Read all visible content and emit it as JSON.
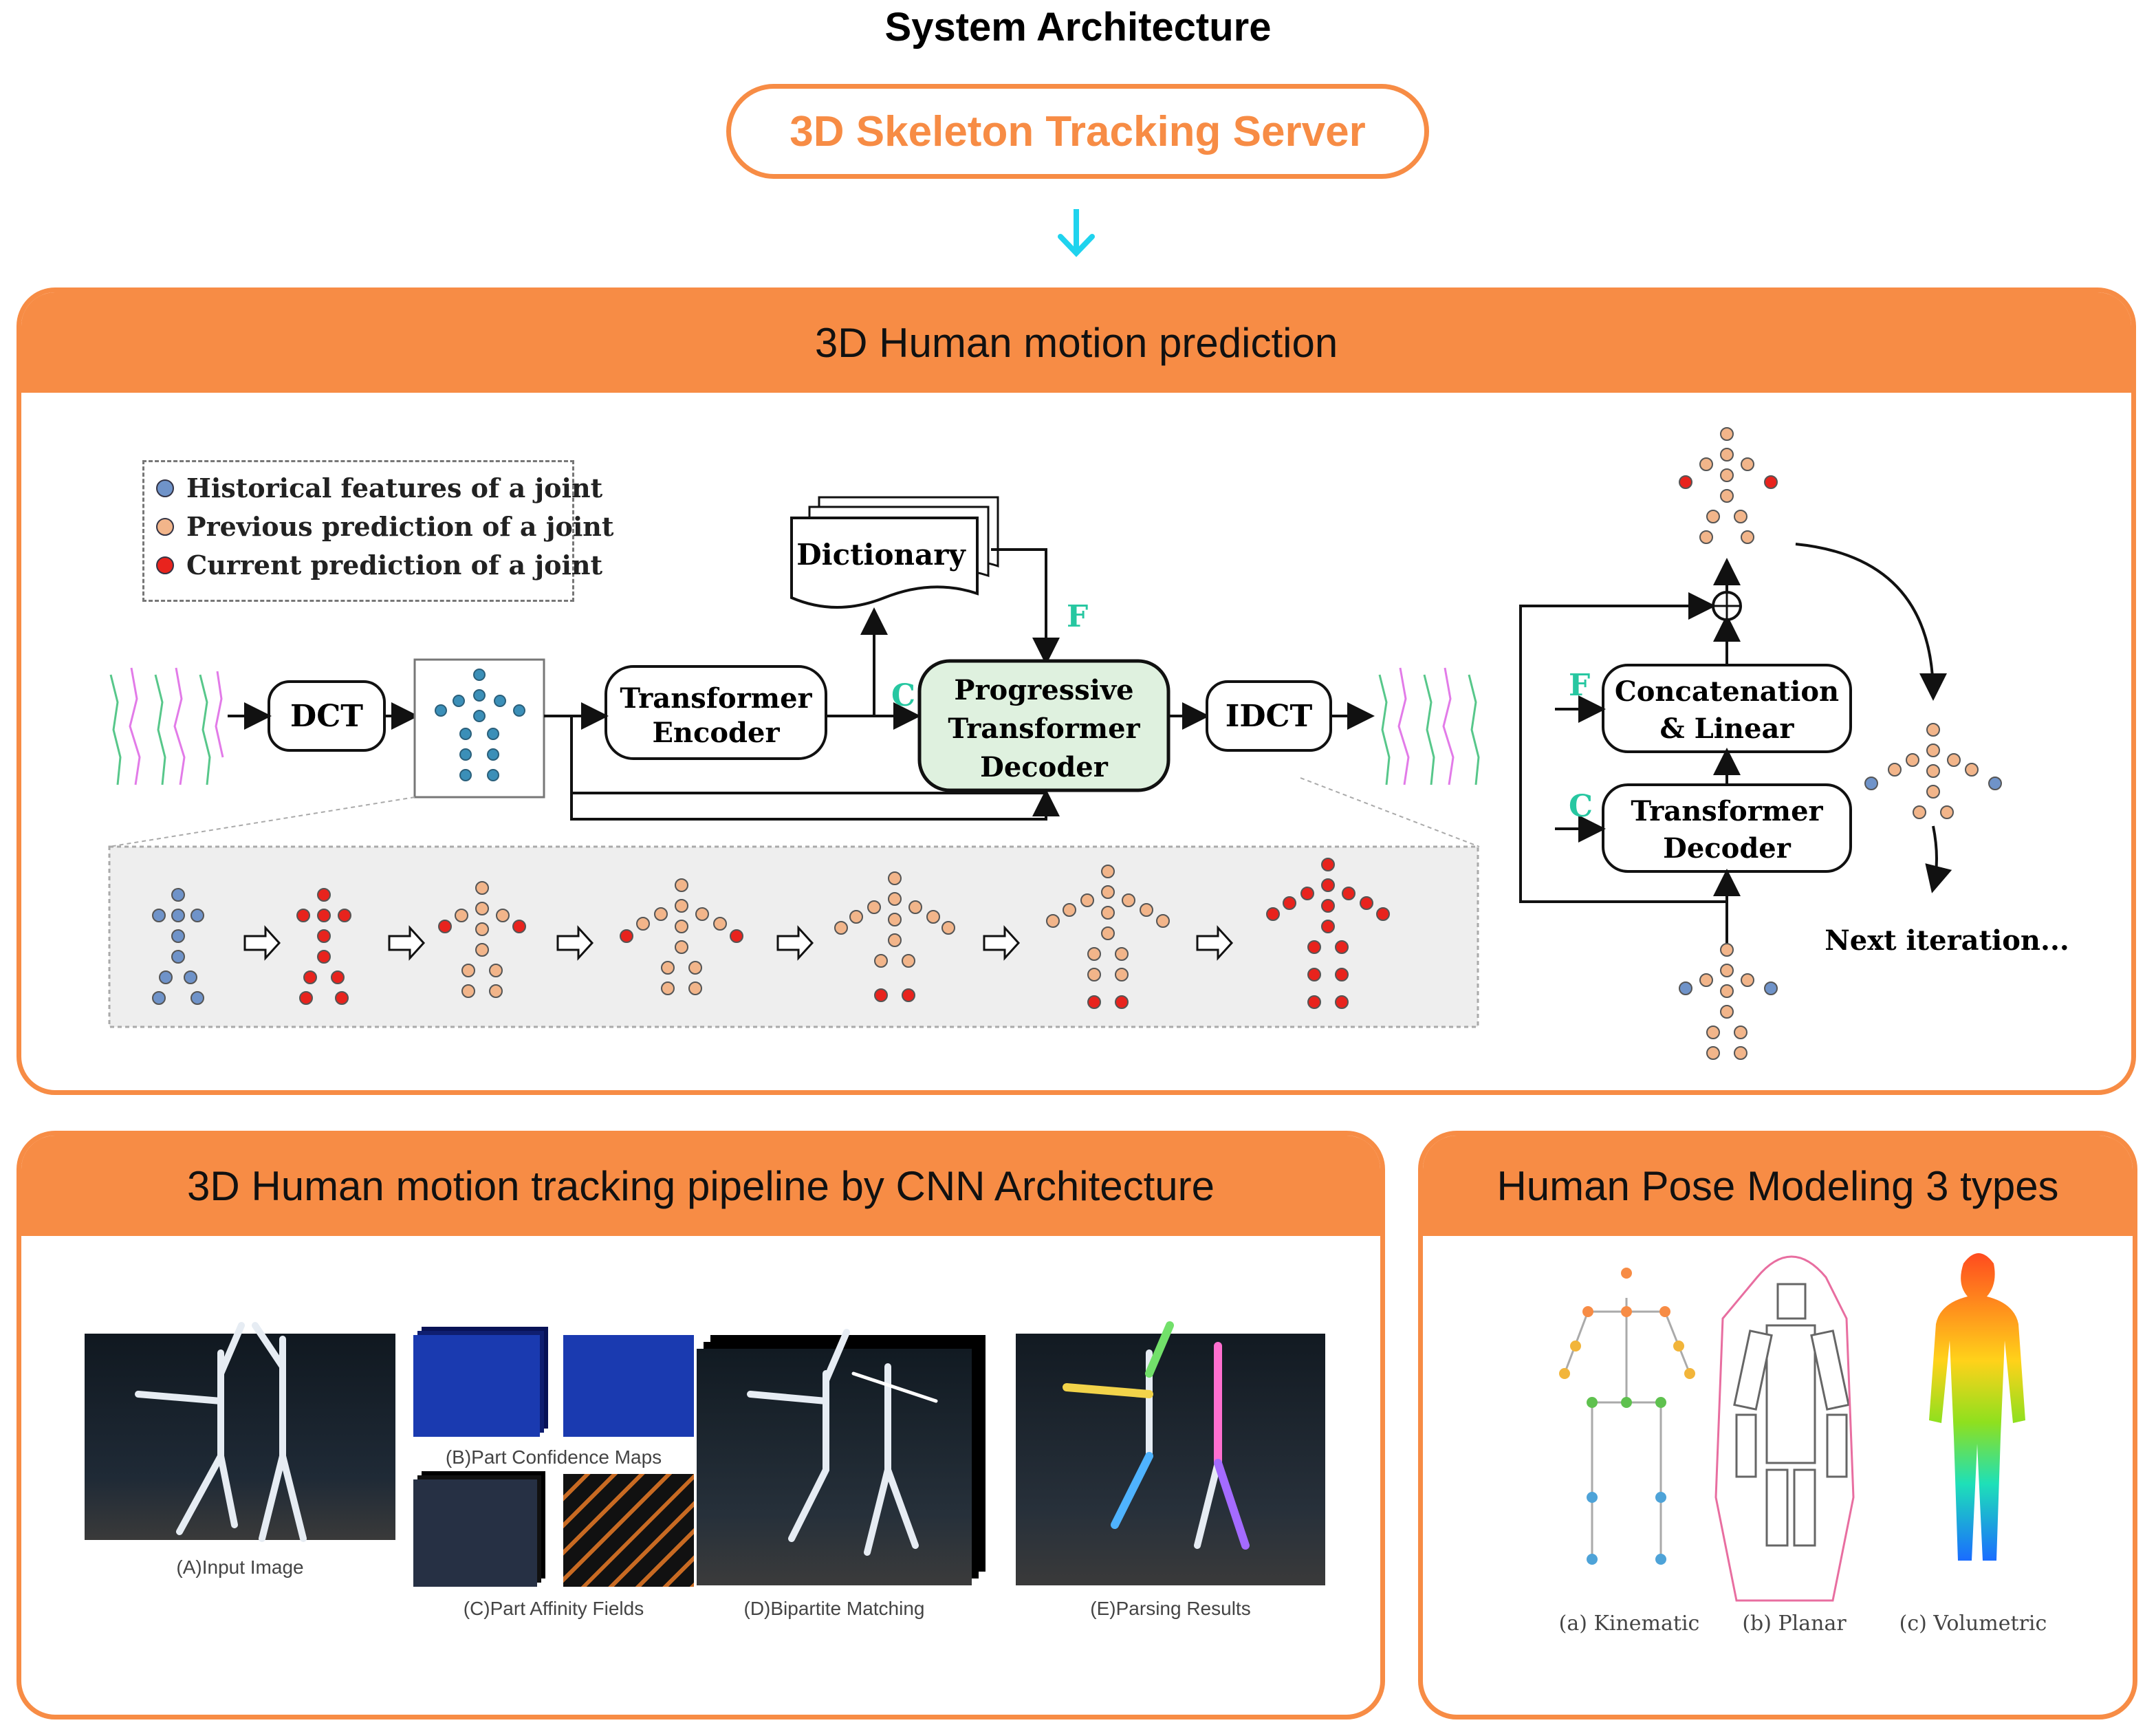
{
  "page_title": "System Architecture",
  "server": {
    "label": "3D Skeleton Tracking Server"
  },
  "prediction": {
    "title": "3D Human motion prediction",
    "legend": [
      {
        "label": "Historical features of a joint",
        "color": "#6f93c9"
      },
      {
        "label": "Previous prediction of a joint",
        "color": "#f2b58a"
      },
      {
        "label": "Current prediction of a joint",
        "color": "#e8231d"
      }
    ],
    "blocks": {
      "dct": "DCT",
      "encoder_line1": "Transformer",
      "encoder_line2": "Encoder",
      "dictionary": "Dictionary",
      "decoder_line1": "Progressive",
      "decoder_line2": "Transformer",
      "decoder_line3": "Decoder",
      "idct": "IDCT",
      "concat_line1": "Concatenation",
      "concat_line2": "& Linear",
      "tdecoder_line1": "Transformer",
      "tdecoder_line2": "Decoder",
      "next_iteration": "Next iteration..."
    },
    "signals": {
      "f": "F",
      "c": "C"
    },
    "colors": {
      "accent": "#f78c45",
      "signal": "#27c7a1",
      "decoder_fill": "#dff1df",
      "arrow": "#1fd3ee"
    }
  },
  "tracking": {
    "title": "3D Human motion tracking pipeline by CNN Architecture",
    "captions": {
      "input": "(A)Input Image",
      "confidence": "(B)Part Confidence Maps",
      "affinity": "(C)Part Affinity Fields",
      "matching": "(D)Bipartite Matching",
      "parsing": "(E)Parsing Results"
    }
  },
  "modeling": {
    "title": "Human Pose Modeling 3 types",
    "captions": {
      "kinematic": "(a)  Kinematic",
      "planar": "(b)  Planar",
      "volumetric": "(c)  Volumetric"
    }
  }
}
